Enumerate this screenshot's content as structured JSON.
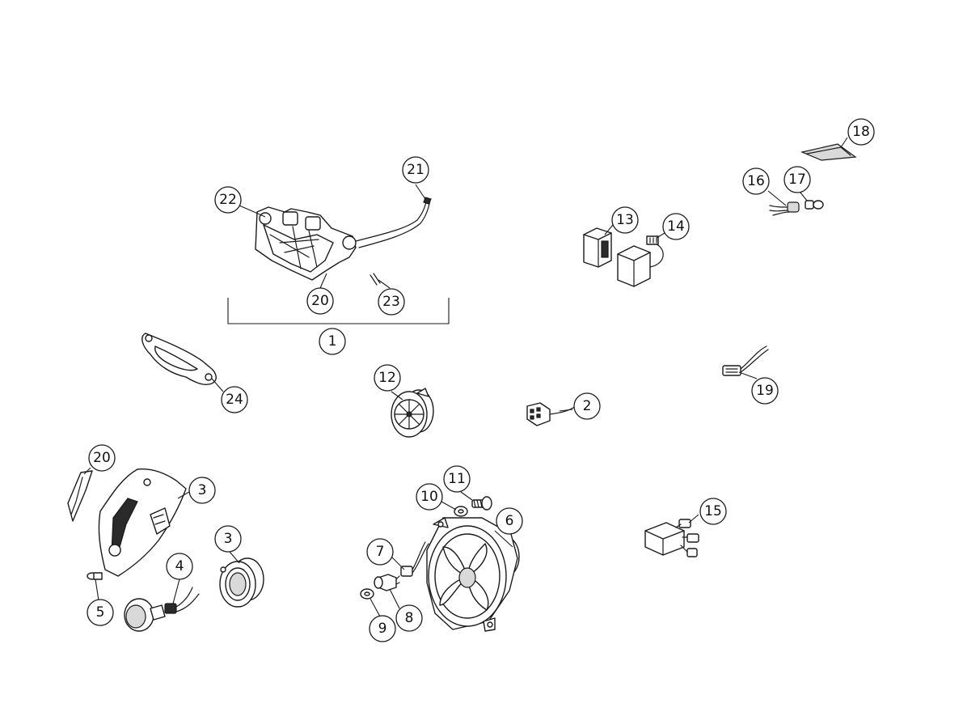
{
  "callouts": {
    "c1": "1",
    "c2": "2",
    "c3a": "3",
    "c3b": "3",
    "c4": "4",
    "c5": "5",
    "c6": "6",
    "c7": "7",
    "c8": "8",
    "c9": "9",
    "c10": "10",
    "c11": "11",
    "c12": "12",
    "c13": "13",
    "c14": "14",
    "c15": "15",
    "c16": "16",
    "c17": "17",
    "c18": "18",
    "c19": "19",
    "c20a": "20",
    "c20b": "20",
    "c21": "21",
    "c22": "22",
    "c23": "23",
    "c24": "24"
  },
  "colors": {
    "line": "#1a1a1a",
    "background": "#ffffff"
  }
}
